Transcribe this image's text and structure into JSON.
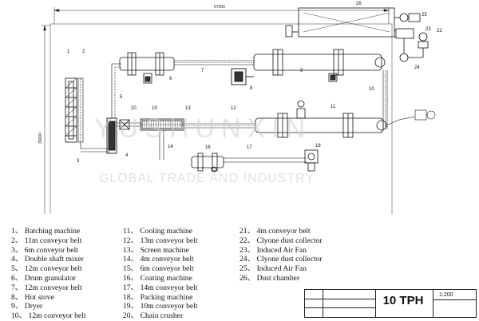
{
  "drawing": {
    "overall_length": "57000",
    "overall_width": "30000",
    "watermark": {
      "brand": "YUSHUNXIN",
      "tagline": "GLOBAL TRADE AND INDUSTRY"
    },
    "callouts": [
      "1",
      "2",
      "3",
      "4",
      "5",
      "6",
      "7",
      "8",
      "9",
      "10",
      "11",
      "12",
      "13",
      "14",
      "16",
      "17",
      "18",
      "19",
      "20",
      "22",
      "23",
      "24",
      "25",
      "26"
    ]
  },
  "legend": {
    "col1": [
      {
        "num": "1、",
        "label": "Batching machine"
      },
      {
        "num": "2、",
        "label": "11m conveyor belt"
      },
      {
        "num": "3、",
        "label": "6m conveyor belt"
      },
      {
        "num": "4、",
        "label": "Double shaft mixer"
      },
      {
        "num": "5、",
        "label": "12m conveyor belt"
      },
      {
        "num": "6、",
        "label": "Drum granulator"
      },
      {
        "num": "7、",
        "label": "12m conveyor belt"
      },
      {
        "num": "8、",
        "label": "Hot stove"
      },
      {
        "num": "9、",
        "label": "Dryer"
      },
      {
        "num": "10、",
        "label": "12m conveyor belt"
      }
    ],
    "col2": [
      {
        "num": "11、",
        "label": "Cooling machine"
      },
      {
        "num": "12、",
        "label": "13m conveyor belt"
      },
      {
        "num": "13、",
        "label": "Screen machine"
      },
      {
        "num": "14、",
        "label": "4m conveyor belt"
      },
      {
        "num": "15、",
        "label": "6m conveyor belt"
      },
      {
        "num": "16、",
        "label": "Coating machine"
      },
      {
        "num": "17、",
        "label": "14m conveyor belt"
      },
      {
        "num": "18、",
        "label": "Packing machine"
      },
      {
        "num": "19、",
        "label": "10m conveyor belt"
      },
      {
        "num": "20、",
        "label": "Chain crusher"
      }
    ],
    "col3": [
      {
        "num": "21、",
        "label": "4m conveyor belt"
      },
      {
        "num": "22、",
        "label": "Clyone dust collector"
      },
      {
        "num": "23、",
        "label": "Induced Air Fan"
      },
      {
        "num": "24、",
        "label": "Clyone dust collector"
      },
      {
        "num": "25、",
        "label": "Induced Air Fan"
      },
      {
        "num": "26、",
        "label": "Dust chamber"
      }
    ]
  },
  "title_block": {
    "capacity": "10 TPH",
    "scale": "1:200"
  }
}
